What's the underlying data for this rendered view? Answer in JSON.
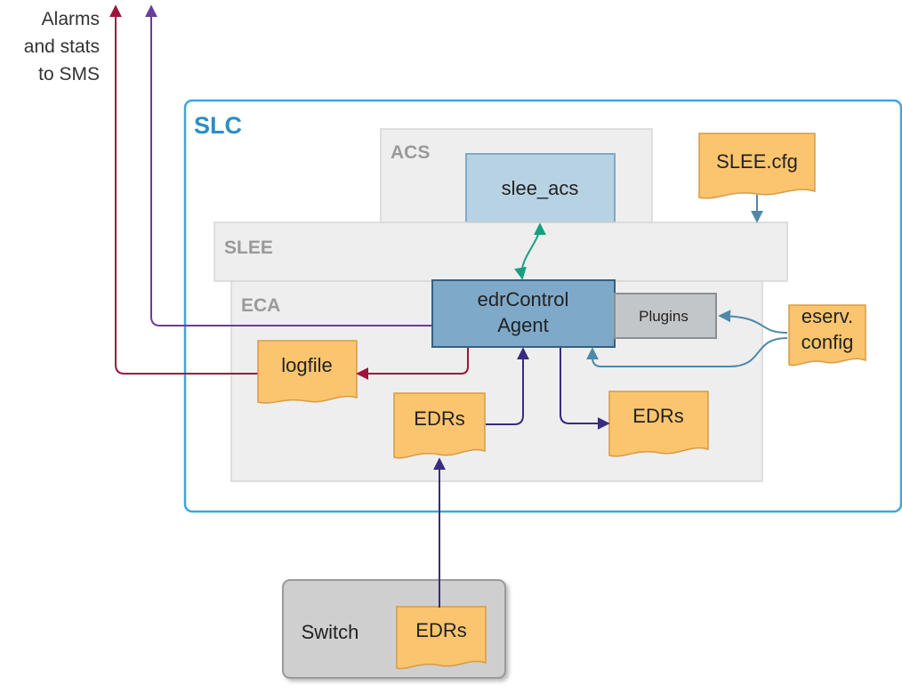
{
  "external_caption": {
    "lines": [
      "Alarms",
      "and stats",
      "to SMS"
    ]
  },
  "regions": {
    "slc": "SLC",
    "acs": "ACS",
    "slee": "SLEE",
    "eca": "ECA"
  },
  "nodes": {
    "slee_acs": "slee_acs",
    "edr_control_agent": [
      "edrControl",
      "Agent"
    ],
    "plugins": "Plugins",
    "switch": "Switch"
  },
  "documents": {
    "slee_cfg": "SLEE.cfg",
    "eserv_config": [
      "eserv.",
      "config"
    ],
    "logfile": "logfile",
    "edrs_input": "EDRs",
    "edrs_output": "EDRs",
    "edrs_switch": "EDRs"
  },
  "colors": {
    "slc_border": "#3aa7e0",
    "region_fill": "#eeeeee",
    "node_blue": "#7fa9c8",
    "node_light_blue": "#b7d3e3",
    "document_fill": "#fbc56f",
    "alarm_arrow": "#a0133a",
    "stats_arrow": "#6a3c9c",
    "edr_arrow": "#3a2a80",
    "acs_link": "#1a9e80",
    "config_arrow": "#4f88aa"
  }
}
